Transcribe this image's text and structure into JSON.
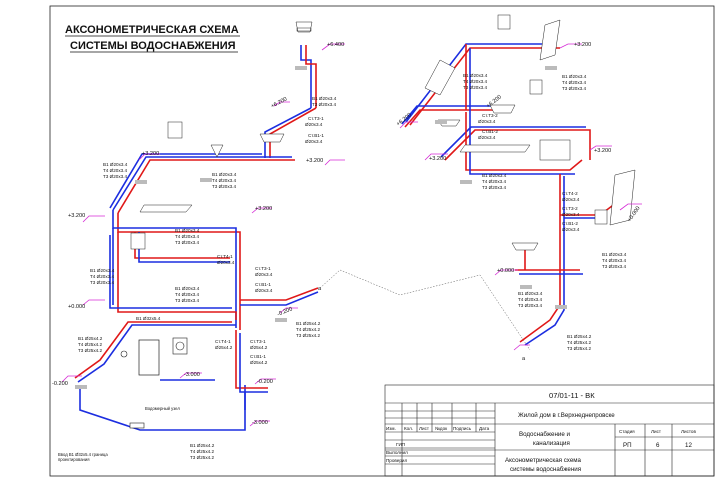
{
  "title": {
    "line1": "АКСОНОМЕТРИЧЕСКАЯ СХЕМА",
    "line2": "СИСТЕМЫ ВОДОСНАБЖЕНИЯ"
  },
  "levels": [
    "+6.400",
    "+3.200",
    "+3.200",
    "+3.200",
    "+3.200",
    "+3.200",
    "+3.200",
    "+0.000",
    "+0.000",
    "-0.200",
    "-0.200",
    "-3.000",
    "-3.000",
    "+6.200",
    "+6.200",
    "+6.200",
    "+0.000",
    "-0.200"
  ],
  "pipe_tags": {
    "B1_20": "В1 Ø20х3.4",
    "T4_20": "Т4 Ø20х3.4",
    "T3_20": "Т3 Ø20х3.4",
    "B1_25": "В1 Ø25х4.2",
    "T4_25": "Т4 Ø25х4.2",
    "T3_25": "Т3 Ø25х4.2",
    "B1_32": "В1 Ø32х5.4",
    "B1_25b": "В1 Ø25х4.2",
    "B1_20b": "В1 Ø20х3.4"
  },
  "risers": {
    "st_t3_1": "Ст.Т3-1",
    "st_v1_1": "Ст.В1-1",
    "st_t4_1": "Ст.Т4-1",
    "st_t4_2": "Ст.Т4-2",
    "st_t3_2": "Ст.Т3-2",
    "st_v1_2": "Ст.В1-2",
    "d20": "Ø20х3.4",
    "d25": "Ø25х4.2"
  },
  "letters": {
    "a1": "а",
    "a2": "а"
  },
  "notes": {
    "meter": "Водомерный узел",
    "inlet": "Ввод В1 Ø32х5.4 граница проектирования"
  },
  "title_block": {
    "code": "07/01-11 - ВК",
    "object": "Жилой дом в г.Верхнеднепровске",
    "section_l1": "Водоснабжение и",
    "section_l2": "канализация",
    "drawing_l1": "Аксонометрическая схема",
    "drawing_l2": "системы водоснабжения",
    "head_stage": "Стадия",
    "head_sheet": "Лист",
    "head_sheets": "Листов",
    "stage": "РП",
    "sheet": "6",
    "sheets": "12",
    "cols": [
      "Изм.",
      "Кол.",
      "Лист",
      "№док",
      "Подпись",
      "Дата"
    ],
    "roles": [
      "ГИП",
      "Выполнил",
      "Проверил"
    ]
  }
}
